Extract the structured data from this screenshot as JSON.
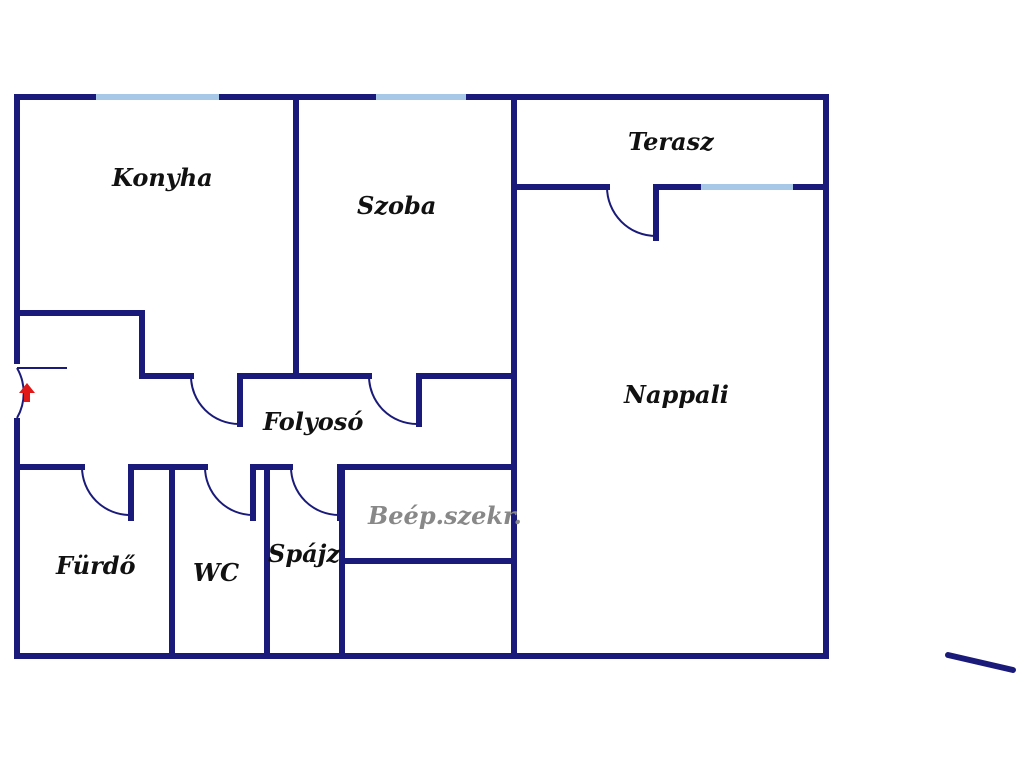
{
  "colors": {
    "wall": "#1a1a7a",
    "window": "#a8c8e8",
    "entrance_arrow": "#e01818",
    "label": "#111111",
    "label_muted": "#888888"
  },
  "rooms": {
    "konyha": "Konyha",
    "szoba": "Szoba",
    "terasz": "Terasz",
    "nappali": "Nappali",
    "folyoso": "Folyosó",
    "furdo": "Fürdő",
    "wc": "WC",
    "spajz": "Spájz",
    "beepitett_szekreny": "Beép.szekr."
  },
  "icons": {
    "entrance": "entrance-arrow-icon",
    "compass": "north-indicator-icon"
  }
}
